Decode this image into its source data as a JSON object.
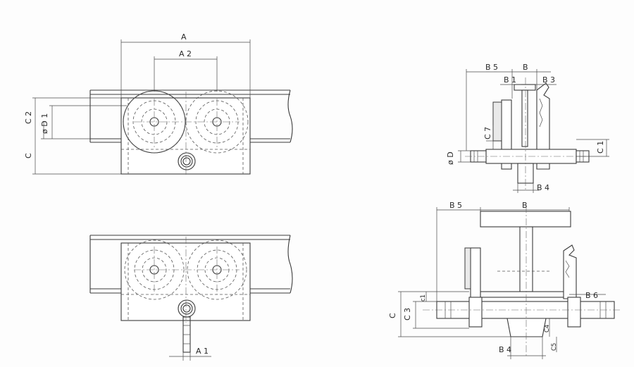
{
  "labels": {
    "A": "A",
    "A2": "A 2",
    "C2": "C 2",
    "D1": "ø D 1",
    "C": "C",
    "A1": "A 1",
    "B5": "B 5",
    "B": "B",
    "B1": "B 1",
    "B3": "B 3",
    "C7": "C 7",
    "D": "ø D",
    "C1": "C 1",
    "B4": "B 4",
    "B6": "B 6",
    "C3": "C 3",
    "c1": "c1",
    "C4": "C4",
    "C5": "C5"
  }
}
